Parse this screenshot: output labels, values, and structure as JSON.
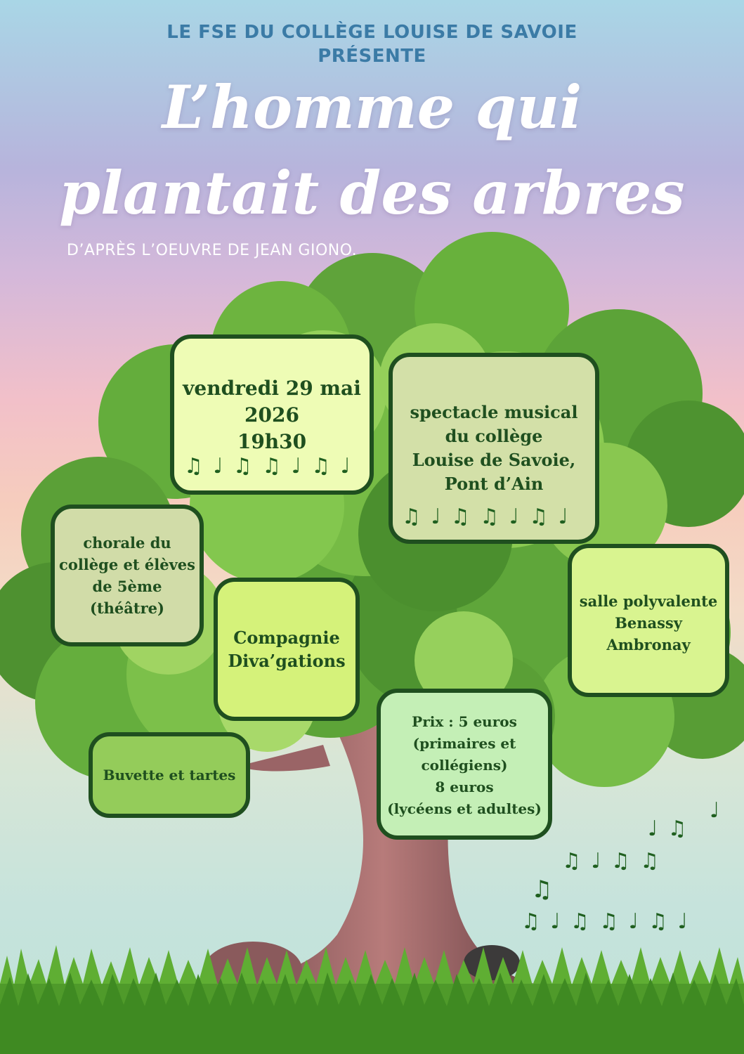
{
  "header": {
    "presenter_line1": "LE FSE DU COLLÈGE LOUISE DE SAVOIE",
    "presenter_line2": "PRÉSENTE",
    "title_line1": "L’homme qui",
    "title_line2": "plantait des arbres",
    "subtitle": "D’APRÈS L’OEUVRE DE JEAN GIONO."
  },
  "cards": {
    "date": [
      "vendredi 29 mai",
      "2026",
      "19h30"
    ],
    "show": [
      "spectacle musical",
      "du collège",
      "Louise de Savoie,",
      "Pont d’Ain"
    ],
    "choir": [
      "chorale du",
      "collège et élèves",
      "de 5ème",
      "(théâtre)"
    ],
    "company": [
      "Compagnie",
      "Diva’gations"
    ],
    "venue": [
      "salle polyvalente",
      "Benassy",
      "Ambronay"
    ],
    "bar": "Buvette et tartes",
    "price": [
      "Prix : 5 euros",
      "(primaires et",
      "collégiens)",
      "8 euros",
      "(lycéens et adultes)"
    ]
  },
  "music_notes": {
    "date_card": "♫ ♩ ♫ ♫ ♩ ♫  ♩",
    "show_card": "♫ ♩ ♫ ♫ ♩ ♫  ♩",
    "scatter_1": "♩",
    "scatter_2": "♩ ♫",
    "scatter_3": "♫ ♩ ♫ ♫",
    "scatter_4": "♫",
    "scatter_5": "♫ ♩ ♫ ♫ ♩ ♫  ♩"
  },
  "colors": {
    "card_border": "#1f4f1f",
    "card_text": "#1f4f1f",
    "date_fill": "#eefcb5",
    "show_fill": "#d3e0a8",
    "choir_fill": "#d1dca8",
    "company_fill": "#d5f27a",
    "venue_fill": "#d9f490",
    "bar_fill": "#94cc5a",
    "price_fill": "#c4efb6",
    "presenter_text": "#3b7ba6"
  }
}
